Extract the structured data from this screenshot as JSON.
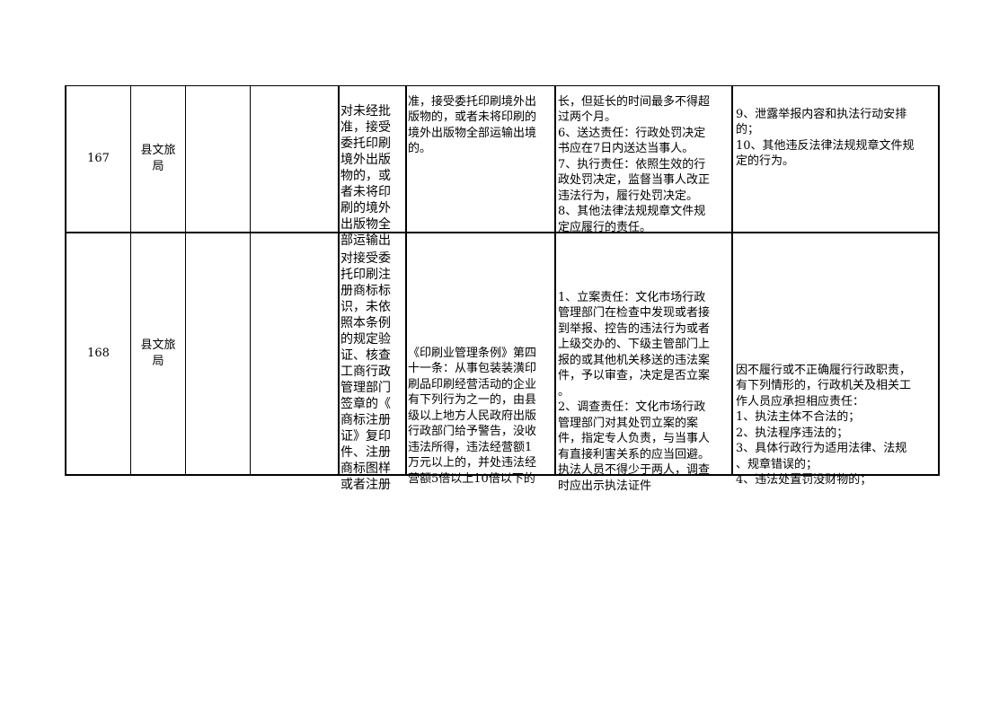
{
  "rows": [
    {
      "number": "167",
      "department": "县文旅\n局",
      "matter": "对未经批\n准，接受\n委托印刷\n境外出版\n物的，或\n者未将印\n刷的境外\n出版物全\n部运输出",
      "basis": "准，接受委托印刷境外出\n版物的，或者未将印刷的\n境外出版物全部运输出境\n的。",
      "responsibility": "长，但延长的时间最多不得超\n过两个月。\n6、送达责任：行政处罚决定\n书应在7日内送达当事人。\n7、执行责任：依照生效的行\n政处罚决定，监督当事人改正\n违法行为，履行处罚决定。\n8、其他法律法规规章文件规\n定应履行的责任。",
      "accountability": "9、泄露举报内容和执法行动安排\n的；\n10、其他违反法律法规规章文件规\n定的行为。"
    },
    {
      "number": "168",
      "department": "县文旅\n局",
      "matter": "对接受委\n托印刷注\n册商标标\n识，未依\n照本条例\n的规定验\n证、核查\n工商行政\n管理部门\n签章的《\n商标注册\n证》复印\n件、注册\n商标图样\n或者注册",
      "basis": "《印刷业管理条例》第四\n十一条：从事包装装潢印\n刷品印刷经营活动的企业\n有下列行为之一的，由县\n级以上地方人民政府出版\n行政部门给予警告，没收\n违法所得，违法经营额1\n万元以上的，并处违法经\n营额5倍以上10倍以下的",
      "responsibility": "1、立案责任：文化市场行政\n管理部门在检查中发现或者接\n到举报、控告的违法行为或者\n上级交办的、下级主管部门上\n报的或其他机关移送的违法案\n件，予以审查，决定是否立案\n。\n2、调查责任：文化市场行政\n管理部门对其处罚立案的案\n件，指定专人负责，与当事人\n有直接利害关系的应当回避。\n执法人员不得少于两人，调查\n时应出示执法证件",
      "accountability": "因不履行或不正确履行行政职责，\n有下列情形的，行政机关及相关工\n作人员应承担相应责任：\n1、执法主体不合法的；\n2、执法程序违法的；\n3、具体行政行为适用法律、法规\n、规章错误的；\n4、违法处置罚没财物的；"
    }
  ]
}
